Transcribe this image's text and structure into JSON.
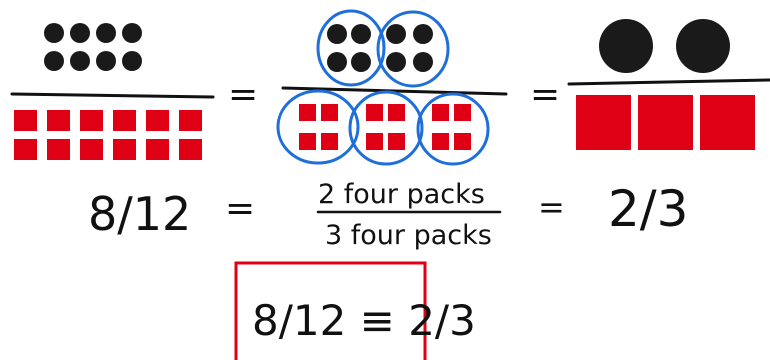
{
  "colors": {
    "ink": "#111111",
    "dot": "#1a1a1a",
    "square": "#e00016",
    "group_circle": "#1e6fd9",
    "box": "#e00016"
  },
  "equals_sign": "=",
  "row1": {
    "left": {
      "numerator_dots": 8,
      "denominator_squares": 12
    },
    "middle": {
      "numerator_dots": 8,
      "denominator_squares": 12,
      "group_size": 4,
      "numerator_groups": 2,
      "denominator_groups": 3
    },
    "right": {
      "numerator_dots": 2,
      "denominator_squares": 3
    }
  },
  "row2": {
    "left_fraction": "8/12",
    "middle_numerator": "2 four packs",
    "middle_denominator": "3 four packs",
    "right_fraction": "2/3"
  },
  "result_box": {
    "expression": "8/12 ≡ 2/3",
    "left": "8/12",
    "relation": "≡",
    "right": "2/3"
  }
}
